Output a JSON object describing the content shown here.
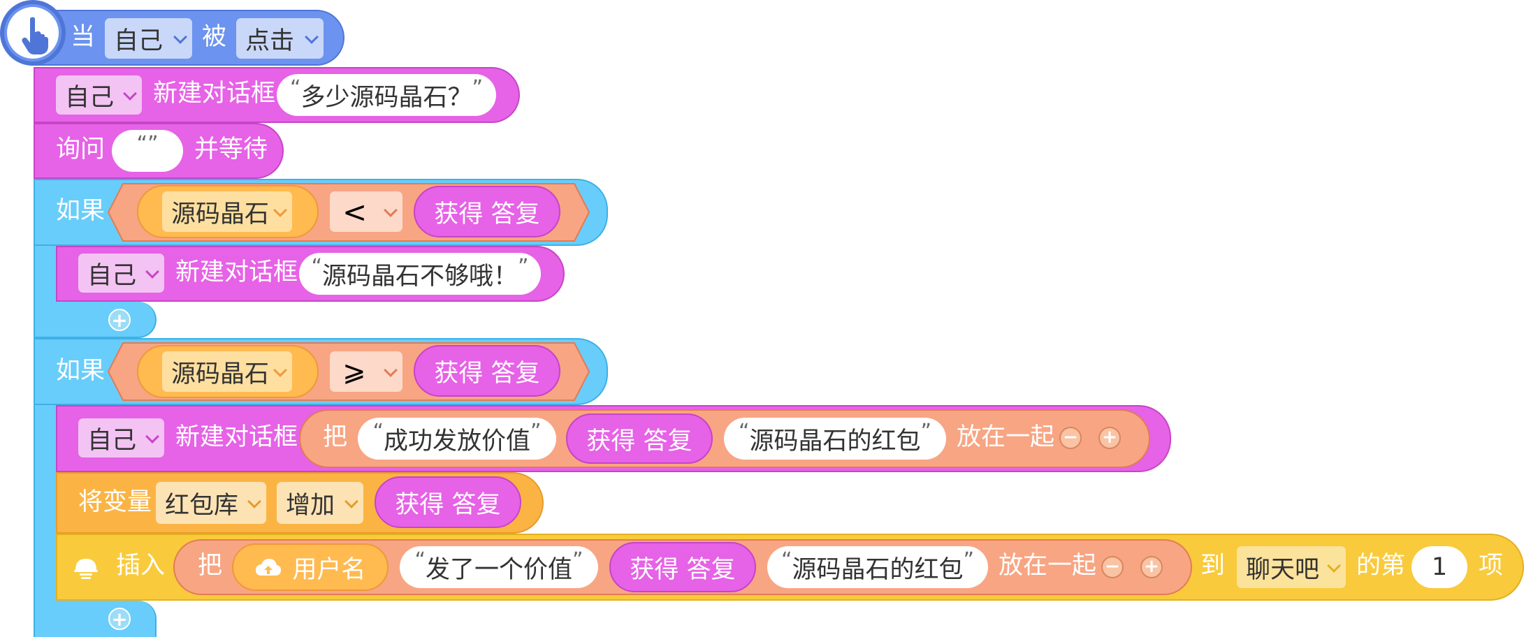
{
  "event": {
    "when": "当",
    "target": "自己",
    "is": "被",
    "action": "点击",
    "icon": "pointer-hand-icon"
  },
  "block_dialog_1": {
    "target": "自己",
    "label": "新建对话框",
    "text": "多少源码晶石？"
  },
  "block_ask": {
    "label": "询问",
    "text": "",
    "suffix": "并等待"
  },
  "if_1": {
    "label": "如果",
    "left": "源码晶石",
    "operator": "<",
    "right": "获得 答复",
    "body": {
      "target": "自己",
      "label": "新建对话框",
      "text": "源码晶石不够哦！"
    },
    "add": "+"
  },
  "if_2": {
    "label": "如果",
    "left": "源码晶石",
    "operator": "⩾",
    "right": "获得 答复",
    "dialog": {
      "target": "自己",
      "label": "新建对话框",
      "join_prefix": "把",
      "part1": "成功发放价值",
      "part2": "获得 答复",
      "part3": "源码晶石的红包",
      "join_suffix": "放在一起",
      "minus": "−",
      "plus": "+"
    },
    "variable": {
      "prefix": "将变量",
      "name": "红包库",
      "op": "增加",
      "value": "获得 答复"
    },
    "insert": {
      "label": "插入",
      "join_prefix": "把",
      "user": "用户名",
      "part1": "发了一个价值",
      "part2": "获得 答复",
      "part3": "源码晶石的红包",
      "join_suffix": "放在一起",
      "minus": "−",
      "plus": "+",
      "to": "到",
      "list": "聊天吧",
      "index_prefix": "的第",
      "index": "1",
      "index_suffix": "项"
    },
    "add": "+"
  },
  "colors": {
    "event_blue": "#6b93ef",
    "looks_purple": "#e662e6",
    "control_cyan": "#68cdfb",
    "operator_orange": "#f8a583",
    "sensing_orange": "#ffba50",
    "variable_orange": "#fbb444",
    "list_yellow": "#f9ca3b"
  }
}
